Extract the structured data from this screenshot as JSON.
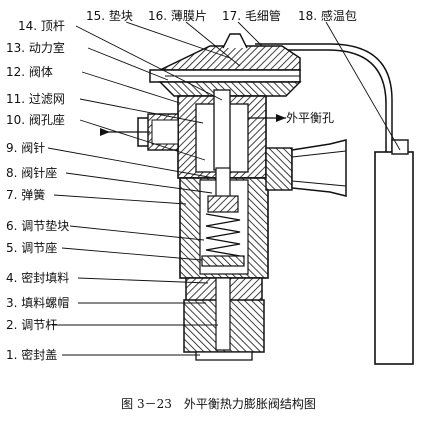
{
  "labels": {
    "l1": "1. 密封盖",
    "l2": "2. 调节杆",
    "l3": "3. 填料螺帽",
    "l4": "4. 密封填料",
    "l5": "5. 调节座",
    "l6": "6. 调节垫块",
    "l7": "7. 弹簧",
    "l8": "8. 阀针座",
    "l9": "9. 阀针",
    "l10": "10. 阀孔座",
    "l11": "11. 过滤网",
    "l12": "12. 阀体",
    "l13": "13. 动力室",
    "l14": "14. 顶杆",
    "l15": "15. 垫块",
    "l16": "16. 薄膜片",
    "l17": "17. 毛细管",
    "l18": "18. 感温包",
    "ext": "外平衡孔"
  },
  "caption": "图 3－23　外平衡热力膨胀阀结构图"
}
